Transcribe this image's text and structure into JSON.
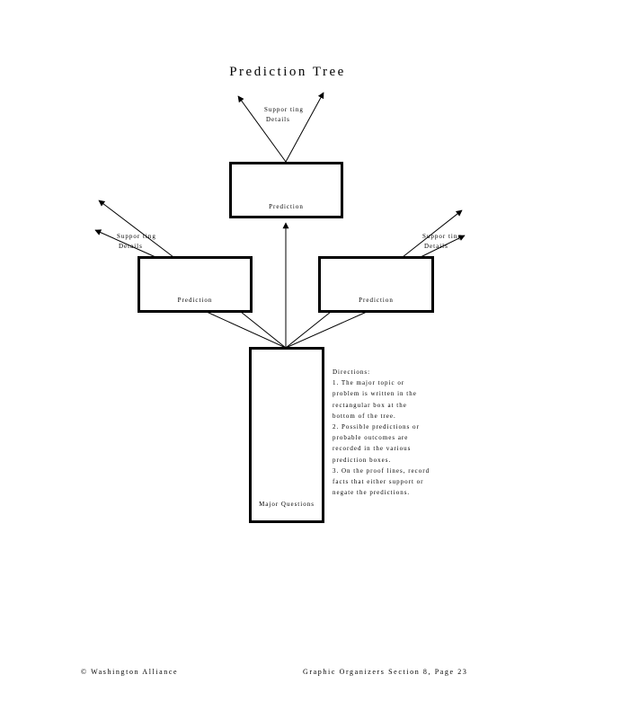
{
  "title": "Prediction Tree",
  "top_supporting": [
    "Suppor ting",
    "Details"
  ],
  "left_supporting": [
    "Suppor ting",
    "Details"
  ],
  "right_supporting": [
    "Suppor ting",
    "Details"
  ],
  "top_prediction_label": "Prediction",
  "left_prediction_label": "Prediction",
  "right_prediction_label": "Prediction",
  "trunk_label": "Major Questions",
  "directions": [
    "Directions:",
    "1. The major topic or",
    "problem is written in the",
    "rectangular box at the",
    "bottom of the tree.",
    "2. Possible predictions or",
    "probable outcomes are",
    "recorded in the various",
    "prediction boxes.",
    "3. On the proof lines, record",
    "facts that either support or",
    "negate the predictions."
  ],
  "footer_left": "© Washington Alliance",
  "footer_right": "Graphic Organizers Section 8, Page 23"
}
